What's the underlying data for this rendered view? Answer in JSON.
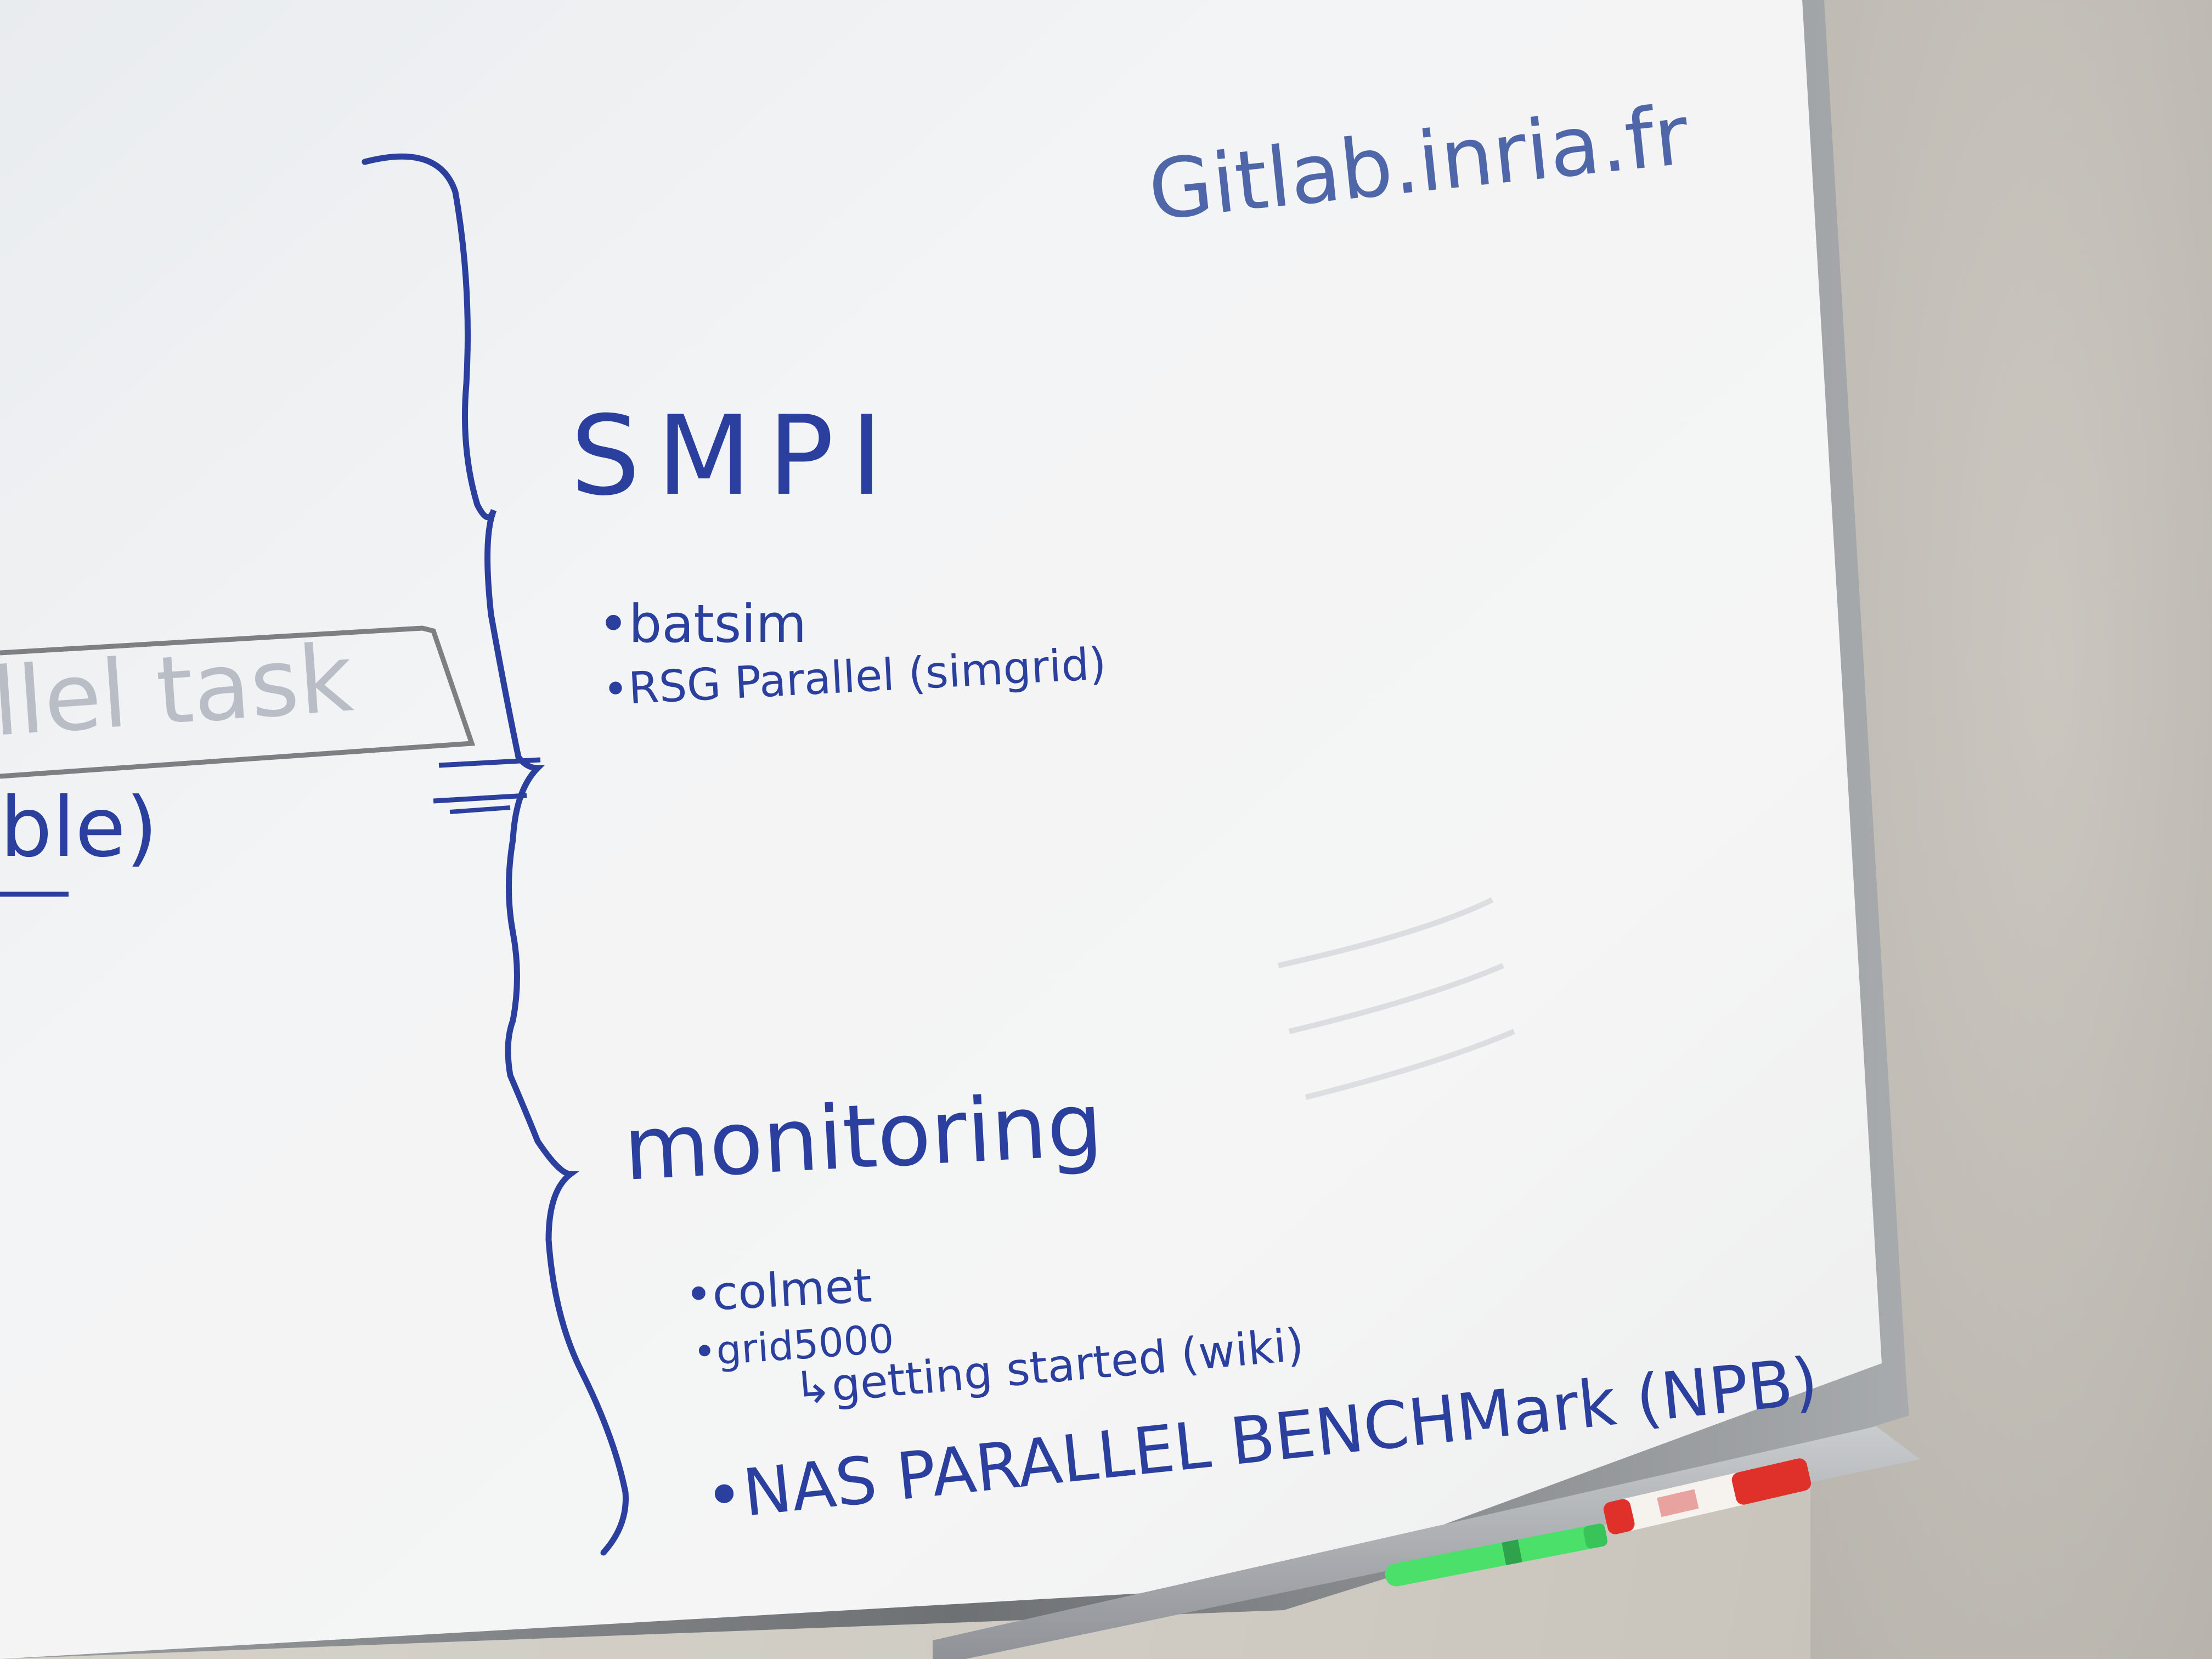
{
  "whiteboard": {
    "header_note": "Gitlab.inria.fr",
    "left_fragments": {
      "boxed_text": "llel task",
      "underlined_text": "ble)"
    },
    "sections": [
      {
        "title": "SMPI",
        "items": [
          "•batsim",
          "•RSG Parallel (simgrid)"
        ]
      },
      {
        "title": "monitoring",
        "items": [
          "•colmet",
          "•grid5000",
          "↳getting started (wiki)",
          "•NAS PARALLEL BENCHMark (NPB)"
        ]
      }
    ]
  },
  "markers": [
    {
      "name": "green-marker",
      "color": "#4be06a"
    },
    {
      "name": "red-marker",
      "color": "#e0302a"
    }
  ],
  "colors": {
    "ink": "#2a3f9e",
    "board": "#f2f3f4",
    "frame": "#8d9093",
    "wall": "#d2cec6"
  }
}
